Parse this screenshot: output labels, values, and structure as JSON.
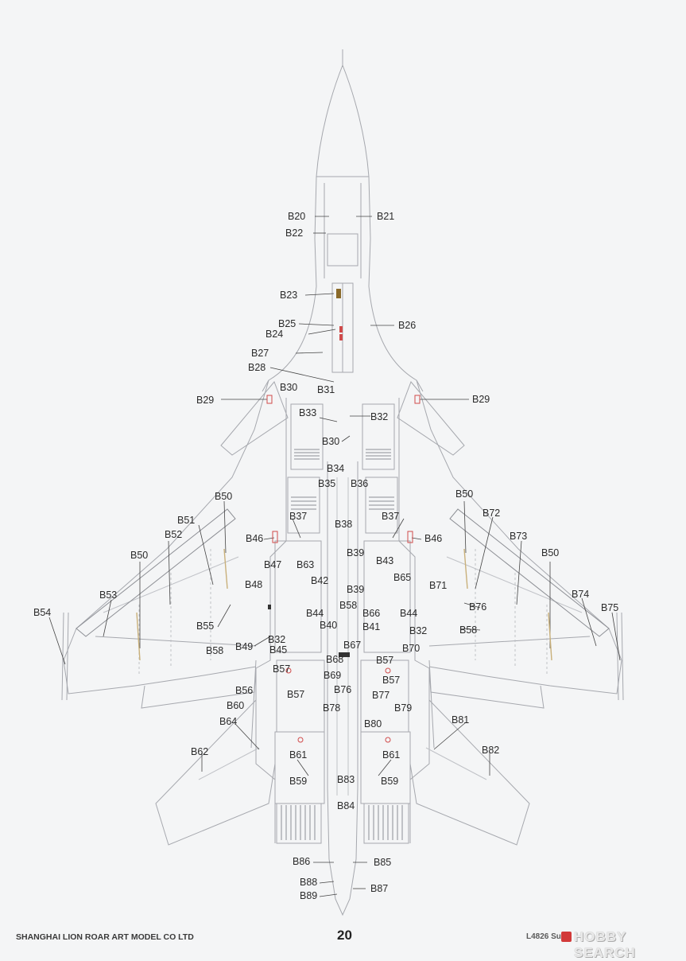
{
  "footer": {
    "company": "SHANGHAI LION ROAR ART MODEL CO LTD",
    "page_number": "20",
    "product": "L4826 Su-"
  },
  "watermark": {
    "text": "HOBBY SEARCH",
    "badge_color": "#d23a3a",
    "icon": "logo-badge-icon"
  },
  "colors": {
    "line": "#a6a8ae",
    "detail": "#c0c2c7",
    "mark_red": "#d04a4a",
    "mark_dark": "#333333",
    "mark_tan": "#c9b07a"
  },
  "callouts": [
    {
      "id": "B20",
      "label": "B20"
    },
    {
      "id": "B21",
      "label": "B21"
    },
    {
      "id": "B22",
      "label": "B22"
    },
    {
      "id": "B23",
      "label": "B23"
    },
    {
      "id": "B24",
      "label": "B24"
    },
    {
      "id": "B25",
      "label": "B25"
    },
    {
      "id": "B26",
      "label": "B26"
    },
    {
      "id": "B27",
      "label": "B27"
    },
    {
      "id": "B28",
      "label": "B28"
    },
    {
      "id": "B29L",
      "label": "B29"
    },
    {
      "id": "B29R",
      "label": "B29"
    },
    {
      "id": "B30a",
      "label": "B30"
    },
    {
      "id": "B30b",
      "label": "B30"
    },
    {
      "id": "B31",
      "label": "B31"
    },
    {
      "id": "B32a",
      "label": "B32"
    },
    {
      "id": "B32b",
      "label": "B32"
    },
    {
      "id": "B32c",
      "label": "B32"
    },
    {
      "id": "B33",
      "label": "B33"
    },
    {
      "id": "B34",
      "label": "B34"
    },
    {
      "id": "B35",
      "label": "B35"
    },
    {
      "id": "B36",
      "label": "B36"
    },
    {
      "id": "B37L",
      "label": "B37"
    },
    {
      "id": "B37R",
      "label": "B37"
    },
    {
      "id": "B38",
      "label": "B38"
    },
    {
      "id": "B39a",
      "label": "B39"
    },
    {
      "id": "B39b",
      "label": "B39"
    },
    {
      "id": "B40",
      "label": "B40"
    },
    {
      "id": "B41",
      "label": "B41"
    },
    {
      "id": "B42",
      "label": "B42"
    },
    {
      "id": "B43",
      "label": "B43"
    },
    {
      "id": "B44L",
      "label": "B44"
    },
    {
      "id": "B44R",
      "label": "B44"
    },
    {
      "id": "B45",
      "label": "B45"
    },
    {
      "id": "B46L",
      "label": "B46"
    },
    {
      "id": "B46R",
      "label": "B46"
    },
    {
      "id": "B47",
      "label": "B47"
    },
    {
      "id": "B48",
      "label": "B48"
    },
    {
      "id": "B49",
      "label": "B49"
    },
    {
      "id": "B50a",
      "label": "B50"
    },
    {
      "id": "B50b",
      "label": "B50"
    },
    {
      "id": "B50c",
      "label": "B50"
    },
    {
      "id": "B50d",
      "label": "B50"
    },
    {
      "id": "B51",
      "label": "B51"
    },
    {
      "id": "B52",
      "label": "B52"
    },
    {
      "id": "B53",
      "label": "B53"
    },
    {
      "id": "B54",
      "label": "B54"
    },
    {
      "id": "B55",
      "label": "B55"
    },
    {
      "id": "B56",
      "label": "B56"
    },
    {
      "id": "B57L",
      "label": "B57"
    },
    {
      "id": "B57Lb",
      "label": "B57"
    },
    {
      "id": "B57R",
      "label": "B57"
    },
    {
      "id": "B57Rb",
      "label": "B57"
    },
    {
      "id": "B58a",
      "label": "B58"
    },
    {
      "id": "B58b",
      "label": "B58"
    },
    {
      "id": "B58c",
      "label": "B58"
    },
    {
      "id": "B59L",
      "label": "B59"
    },
    {
      "id": "B59R",
      "label": "B59"
    },
    {
      "id": "B60",
      "label": "B60"
    },
    {
      "id": "B61L",
      "label": "B61"
    },
    {
      "id": "B61R",
      "label": "B61"
    },
    {
      "id": "B62",
      "label": "B62"
    },
    {
      "id": "B63",
      "label": "B63"
    },
    {
      "id": "B64",
      "label": "B64"
    },
    {
      "id": "B65",
      "label": "B65"
    },
    {
      "id": "B66",
      "label": "B66"
    },
    {
      "id": "B67",
      "label": "B67"
    },
    {
      "id": "B68",
      "label": "B68"
    },
    {
      "id": "B69",
      "label": "B69"
    },
    {
      "id": "B70",
      "label": "B70"
    },
    {
      "id": "B71",
      "label": "B71"
    },
    {
      "id": "B72",
      "label": "B72"
    },
    {
      "id": "B73",
      "label": "B73"
    },
    {
      "id": "B74",
      "label": "B74"
    },
    {
      "id": "B75",
      "label": "B75"
    },
    {
      "id": "B76a",
      "label": "B76"
    },
    {
      "id": "B76b",
      "label": "B76"
    },
    {
      "id": "B77",
      "label": "B77"
    },
    {
      "id": "B78",
      "label": "B78"
    },
    {
      "id": "B79",
      "label": "B79"
    },
    {
      "id": "B80",
      "label": "B80"
    },
    {
      "id": "B81",
      "label": "B81"
    },
    {
      "id": "B82",
      "label": "B82"
    },
    {
      "id": "B83",
      "label": "B83"
    },
    {
      "id": "B84",
      "label": "B84"
    },
    {
      "id": "B85",
      "label": "B85"
    },
    {
      "id": "B86",
      "label": "B86"
    },
    {
      "id": "B87",
      "label": "B87"
    },
    {
      "id": "B88",
      "label": "B88"
    },
    {
      "id": "B89",
      "label": "B89"
    }
  ]
}
